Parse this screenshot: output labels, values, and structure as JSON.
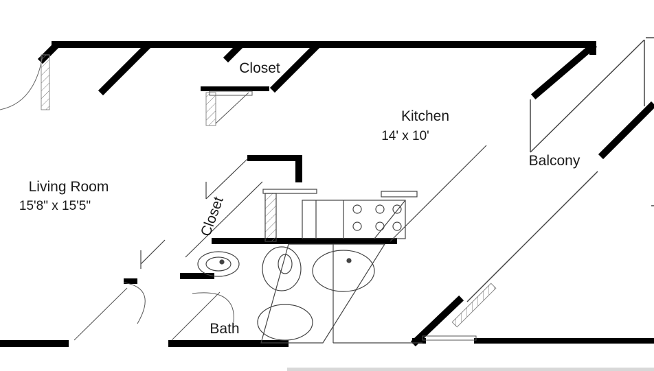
{
  "rooms": {
    "closet_top": {
      "name": "Closet"
    },
    "kitchen": {
      "name": "Kitchen",
      "dims": "14' x 10'"
    },
    "balcony": {
      "name": "Balcony"
    },
    "living_room": {
      "name": "Living Room",
      "dims": "15'8\" x 15'5\""
    },
    "closet_side": {
      "name": "Closet"
    },
    "bath": {
      "name": "Bath"
    }
  },
  "colors": {
    "wall": "#000000",
    "line": "#555555",
    "background": "#ffffff"
  },
  "icons": [
    "door-swing-icon",
    "sliding-door-icon",
    "stove-burner-icon",
    "sink-icon",
    "toilet-icon",
    "bathtub-icon"
  ]
}
